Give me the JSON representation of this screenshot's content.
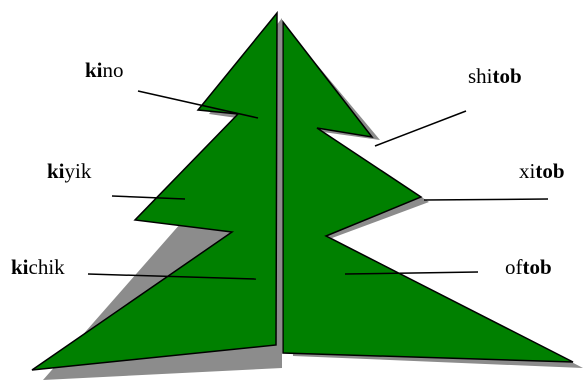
{
  "colors": {
    "tree_fill": "#008000",
    "shadow": "#8c8c8c",
    "outline": "#000000",
    "background": "#ffffff"
  },
  "left_words": [
    {
      "bold": "ki",
      "rest": "no"
    },
    {
      "bold": "ki",
      "rest": "yik"
    },
    {
      "bold": "ki",
      "rest": "chik"
    }
  ],
  "right_words": [
    {
      "rest": "shi",
      "bold": "tob"
    },
    {
      "rest": "xi",
      "bold": "tob"
    },
    {
      "rest": "of",
      "bold": "tob"
    }
  ]
}
